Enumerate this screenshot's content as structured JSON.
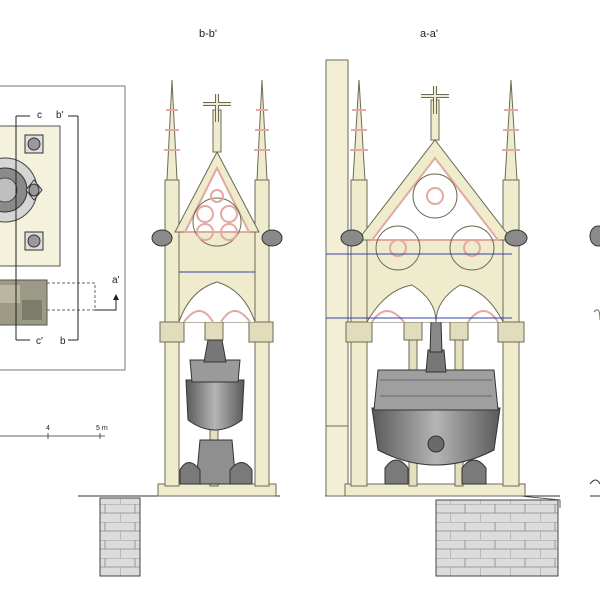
{
  "sections": {
    "bb": "b-b'",
    "aa": "a-a'"
  },
  "plan_labels": {
    "c_top": "c",
    "b_prime_top": "b'",
    "a_prime": "a'",
    "c_prime_bottom": "c'",
    "b_bottom": "b"
  },
  "scale": {
    "tick_4": "4",
    "tick_5": "5 m"
  },
  "colors": {
    "stone": "#efeccd",
    "outline": "#6d6a55",
    "tracery_pink": "#e2a9a0",
    "vessel": "#8c8c8c",
    "vessel_dark": "#5a5a5a",
    "foundation": "#d8d8d8",
    "blue_line": "#3340a8"
  }
}
